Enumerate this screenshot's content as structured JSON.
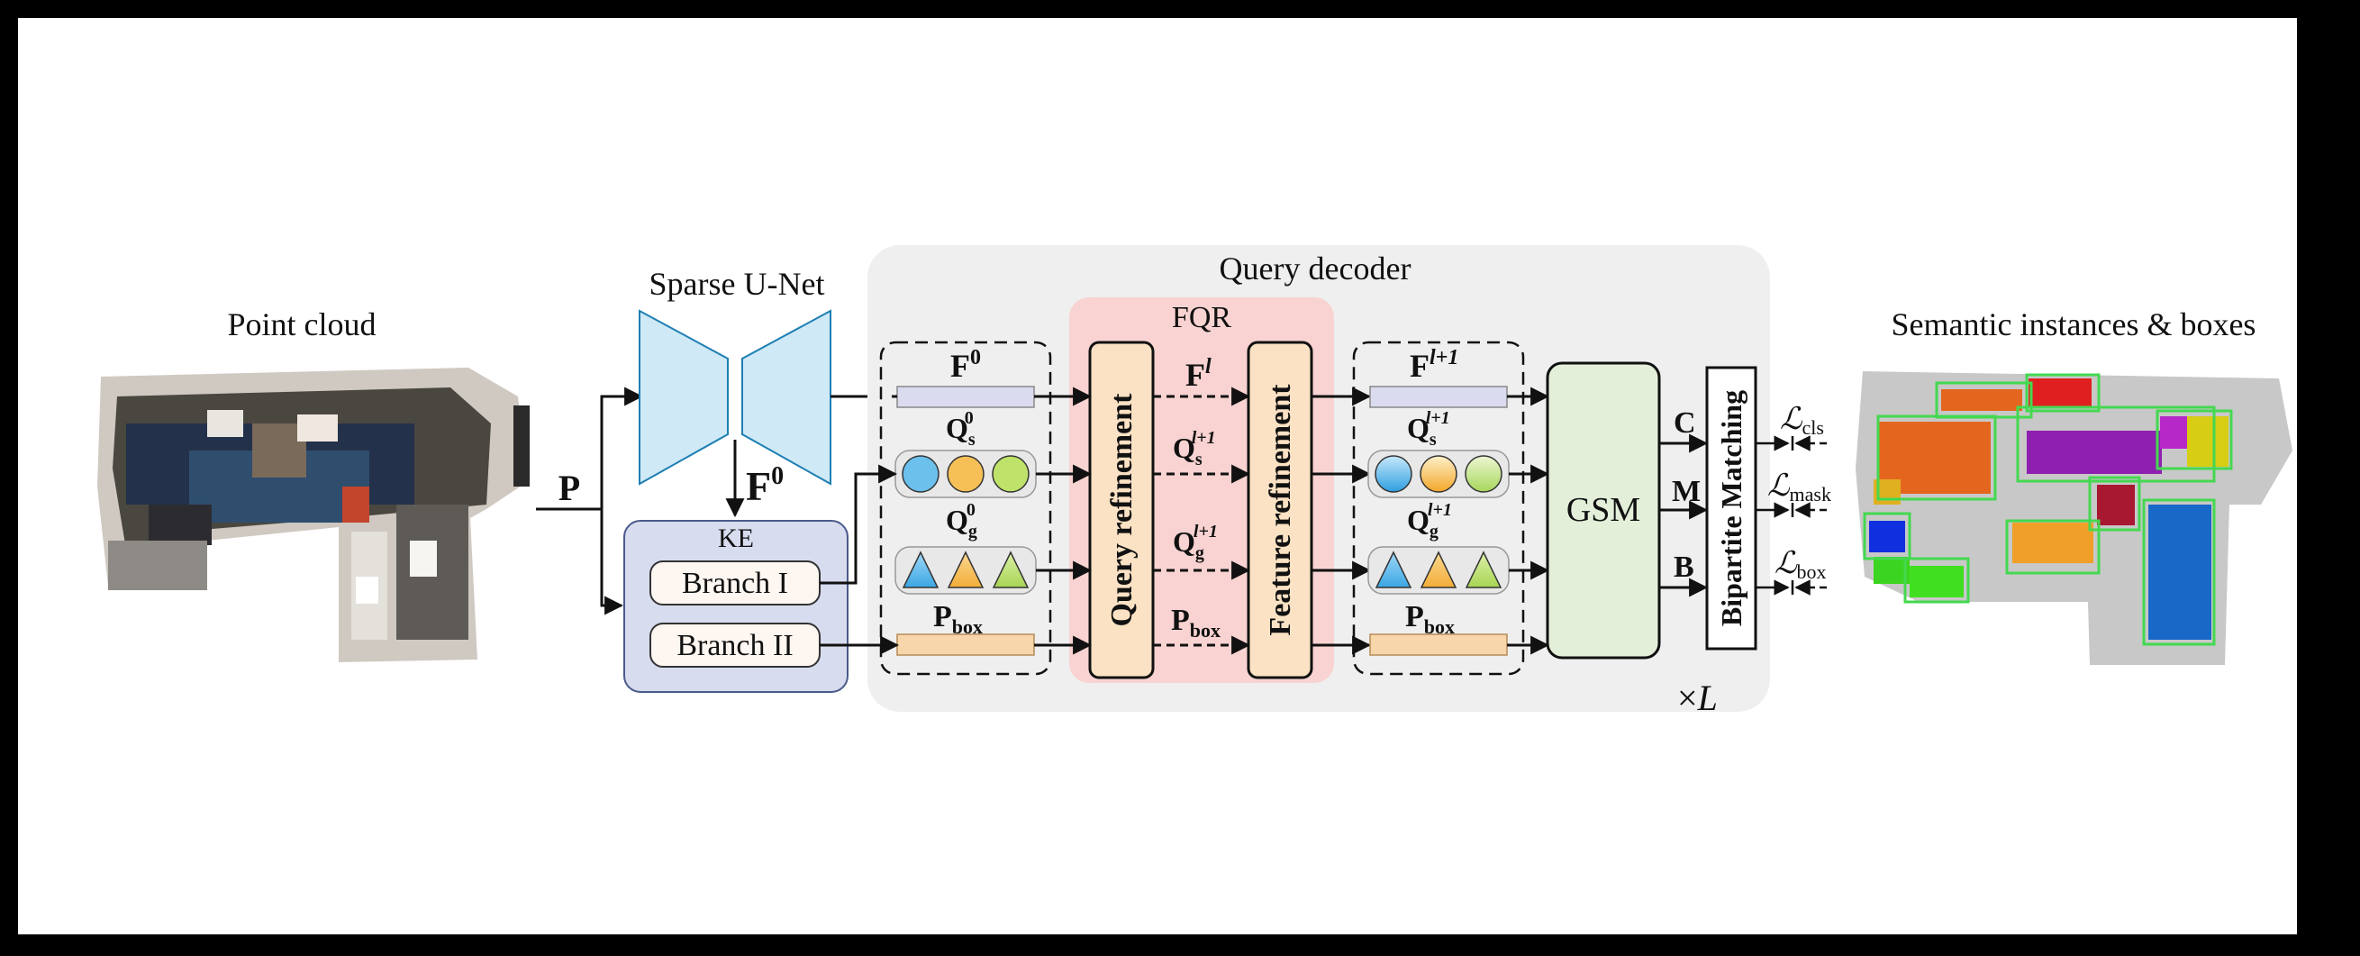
{
  "titles": {
    "point_cloud": "Point cloud",
    "unet": "Sparse U-Net",
    "query_decoder": "Query decoder",
    "fqr": "FQR",
    "output": "Semantic instances & boxes"
  },
  "inputs": {
    "p": "P",
    "f0_under_unet": "F"
  },
  "ke": {
    "title": "KE",
    "branch1": "Branch I",
    "branch2": "Branch II"
  },
  "left_stack": {
    "f": "F",
    "f_sup": "0",
    "qs": "Q",
    "qs_sub": "s",
    "qs_sup": "0",
    "qg": "Q",
    "qg_sub": "g",
    "qg_sup": "0",
    "pbox": "P",
    "pbox_sub": "box"
  },
  "mid_labels": {
    "fl": "F",
    "fl_sup": "l",
    "qs": "Q",
    "qs_sub": "s",
    "qs_sup": "l+1",
    "qg": "Q",
    "qg_sub": "g",
    "qg_sup": "l+1",
    "pbox": "P",
    "pbox_sub": "box"
  },
  "modules": {
    "query_refinement": "Query refinement",
    "feature_refinement": "Feature refinement",
    "gsm": "GSM",
    "bipartite": "Bipartite Matching"
  },
  "right_stack": {
    "f": "F",
    "f_sup": "l+1",
    "qs": "Q",
    "qs_sub": "s",
    "qs_sup": "l+1",
    "qg": "Q",
    "qg_sub": "g",
    "qg_sup": "l+1",
    "pbox": "P",
    "pbox_sub": "box"
  },
  "outputs": {
    "c": "C",
    "m": "M",
    "b": "B"
  },
  "losses": {
    "cls": "cls",
    "mask": "mask",
    "box": "box",
    "symbol": "ℒ"
  },
  "repeat": {
    "times": "×",
    "l": "L"
  },
  "colors": {
    "decoder_bg": "#efefef",
    "fqr_bg": "#f8d3d1",
    "unet": "#cfe9f6",
    "ke_bg": "#d7dcef",
    "feature_bar": "#dadbee",
    "pbox_bar": "#f7d6ac",
    "module_orange": "#fbe2c4",
    "gsm": "#e3efd9",
    "circle_blue": "#6cc0ec",
    "circle_orange": "#f6c057",
    "circle_green": "#bfe36a"
  }
}
